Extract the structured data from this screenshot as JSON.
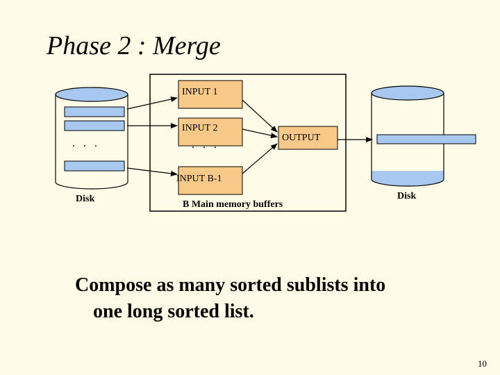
{
  "slide": {
    "title": "Phase 2 : Merge",
    "page_number": "10"
  },
  "diagram": {
    "input_disk_label": "Disk",
    "input_disk_ellipsis": ". . .",
    "buffers": {
      "input_1": "INPUT 1",
      "input_2": "INPUT 2",
      "ellipsis": ". . .",
      "input_b_minus_1": "INPUT B-1",
      "output": "OUTPUT",
      "memory_label": "B Main memory buffers"
    },
    "output_disk_label": "Disk",
    "colors": {
      "buffer_fill": "#f9c98a",
      "disk_run_fill": "#a8c8f0",
      "background": "#fffde7"
    }
  },
  "caption": {
    "line1": "Compose as many sorted sublists into",
    "line2": "one long sorted list."
  }
}
